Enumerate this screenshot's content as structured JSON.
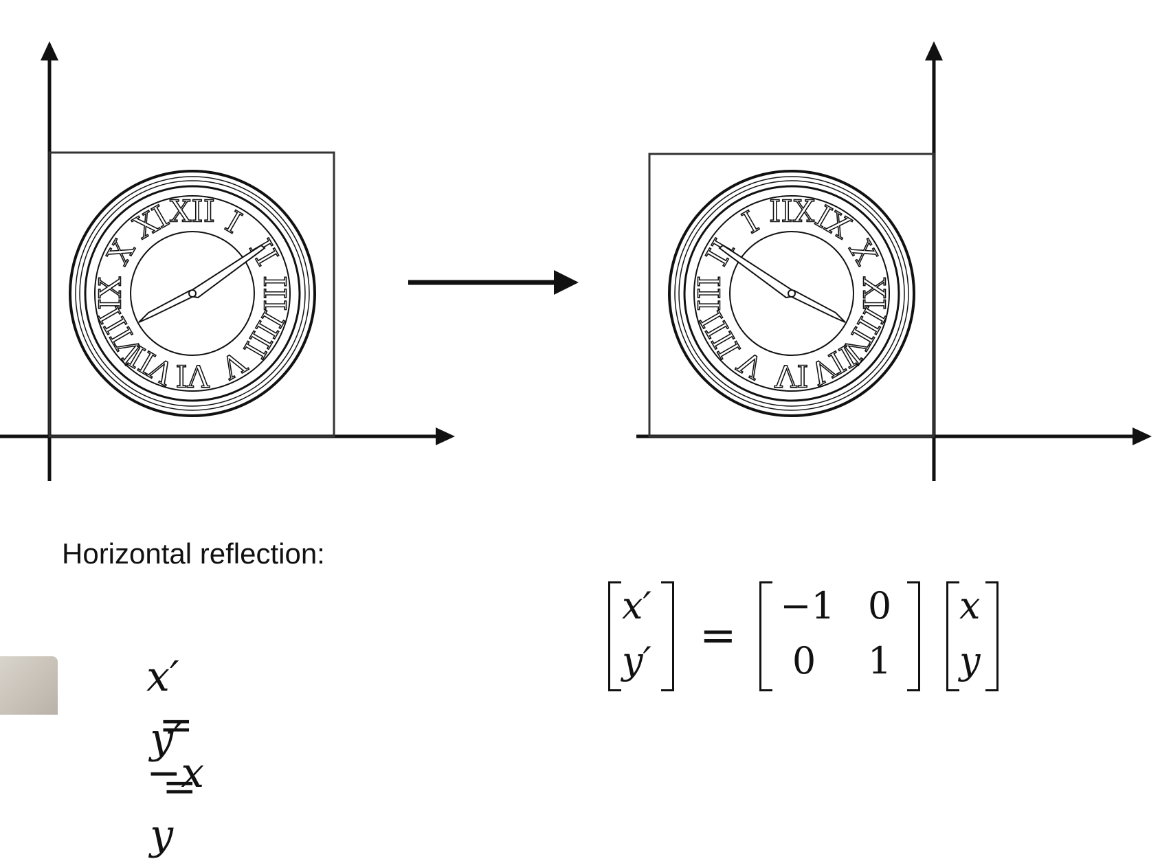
{
  "caption": "Horizontal reflection:",
  "equations": {
    "line1_lhs": "x′",
    "line1_eq": "=",
    "line1_rhs": "−x",
    "line2_lhs": "y′",
    "line2_eq": "=",
    "line2_rhs": "y"
  },
  "matrix_equation": {
    "lhs": [
      "x′",
      "y′"
    ],
    "equals": "=",
    "matrix": [
      [
        "−1",
        "0"
      ],
      [
        "0",
        "1"
      ]
    ],
    "rhs": [
      "x",
      "y"
    ]
  },
  "clock_numerals": [
    "XII",
    "I",
    "II",
    "III",
    "IIII",
    "V",
    "VI",
    "VII",
    "VIII",
    "IX",
    "X",
    "XI"
  ],
  "colors": {
    "ink": "#111111",
    "background": "#ffffff"
  }
}
